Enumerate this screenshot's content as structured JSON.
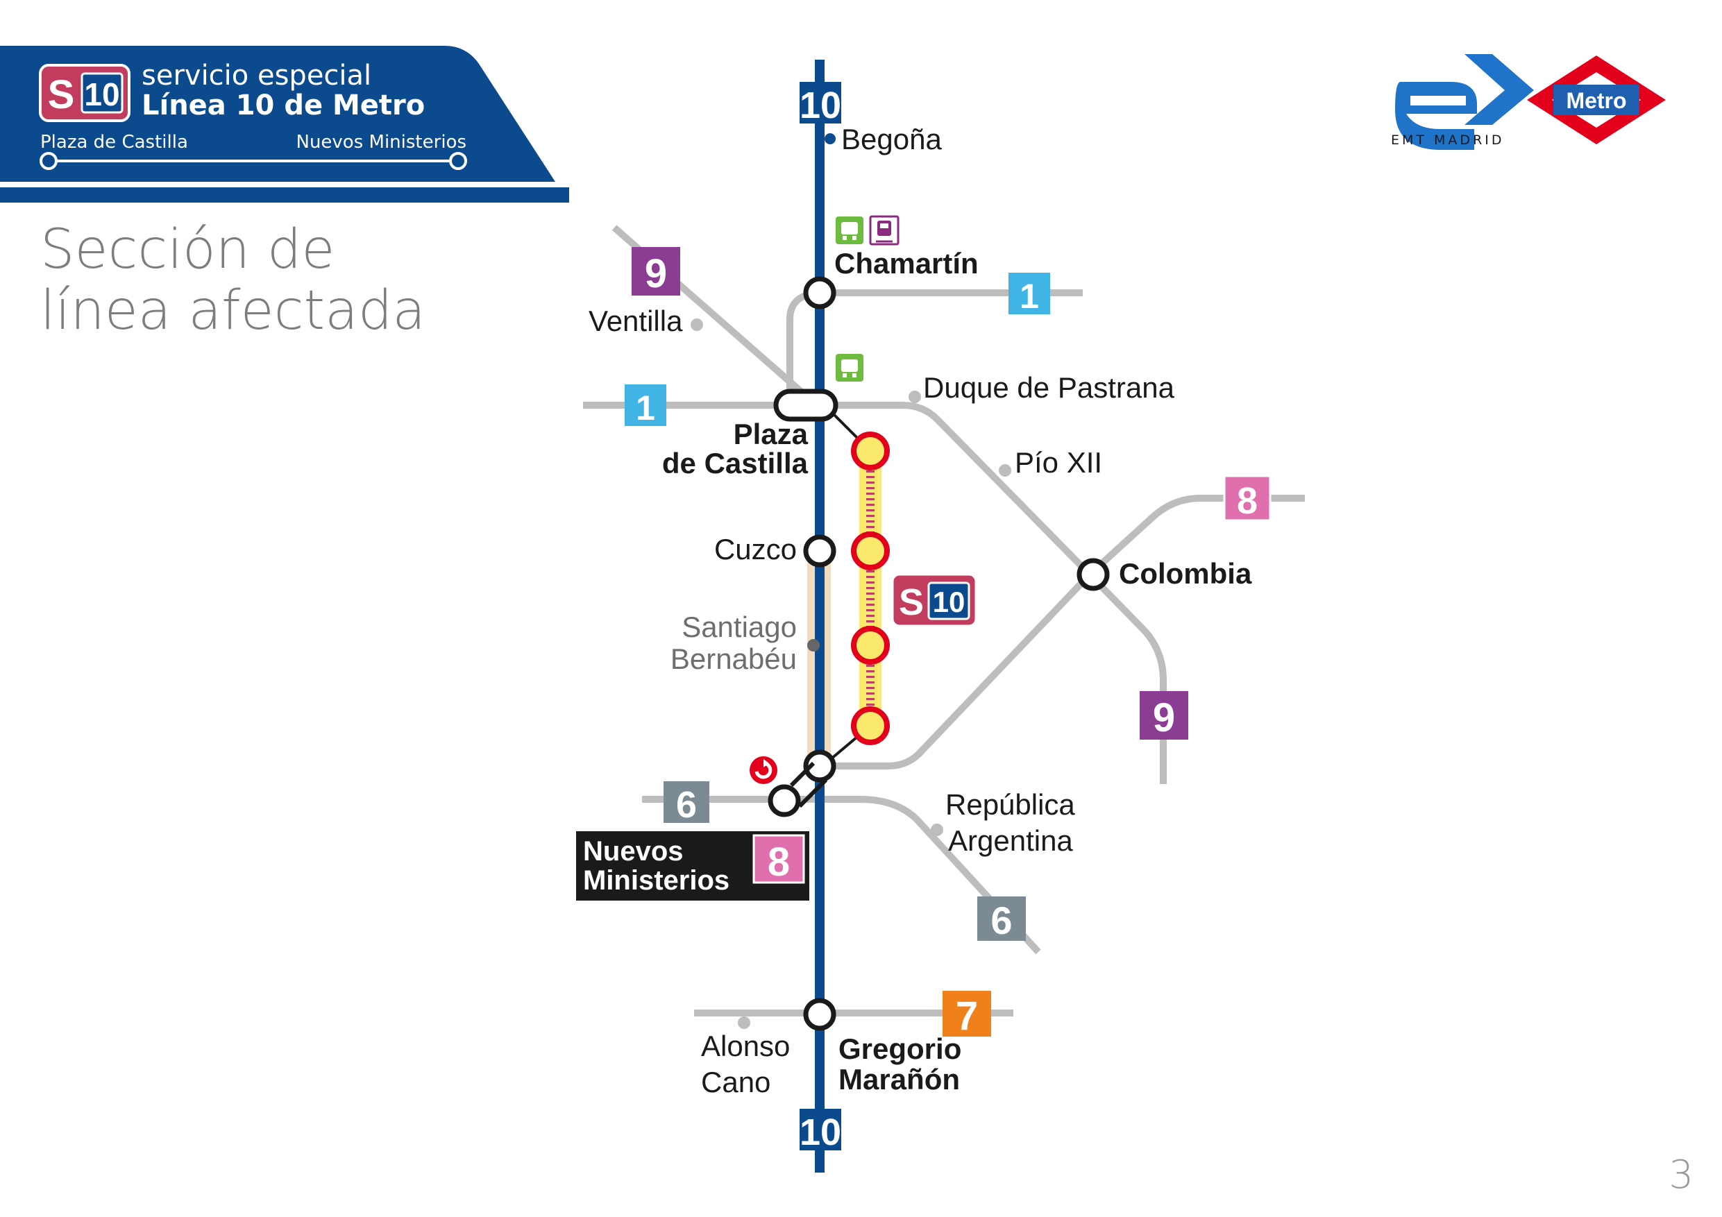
{
  "banner": {
    "service_badge_letter": "S",
    "service_badge_number": "10",
    "line1": "servicio especial",
    "line2": "Línea 10 de Metro",
    "from": "Plaza de Castilla",
    "to": "Nuevos Ministerios",
    "bg_color": "#0c4a8e"
  },
  "heading": {
    "line1": "Sección de",
    "line2": "línea afectada"
  },
  "logos": {
    "emt_text": "EMT MADRID",
    "metro_text": "Metro"
  },
  "page_number": "3",
  "map": {
    "main_line": {
      "number": "10",
      "color": "#0c4a8e"
    },
    "line_badges": {
      "l1": {
        "number": "1",
        "color": "#3fb4e5"
      },
      "l6": {
        "number": "6",
        "color": "#7b8a93"
      },
      "l7": {
        "number": "7",
        "color": "#f08019"
      },
      "l8": {
        "number": "8",
        "color": "#e06fae"
      },
      "l9": {
        "number": "9",
        "color": "#8a3d92"
      }
    },
    "stations": {
      "begona": "Begoña",
      "chamartin": "Chamartín",
      "ventilla": "Ventilla",
      "duque": "Duque de Pastrana",
      "plaza_1": "Plaza",
      "plaza_2": "de Castilla",
      "pio": "Pío XII",
      "colombia": "Colombia",
      "cuzco": "Cuzco",
      "santiago_1": "Santiago",
      "santiago_2": "Bernabéu",
      "republica_1": "República",
      "republica_2": "Argentina",
      "nuevos_1": "Nuevos",
      "nuevos_2": "Ministerios",
      "alonso_1": "Alonso",
      "alonso_2": "Cano",
      "gregorio_1": "Gregorio",
      "gregorio_2": "Marañón"
    },
    "s10_badge": {
      "letter": "S",
      "number": "10",
      "color": "#c23c5e"
    },
    "interchange_icons": [
      "bus-icon",
      "train-icon"
    ],
    "accent_red": "#e3001b",
    "stop_yellow": "#fbe96b"
  }
}
